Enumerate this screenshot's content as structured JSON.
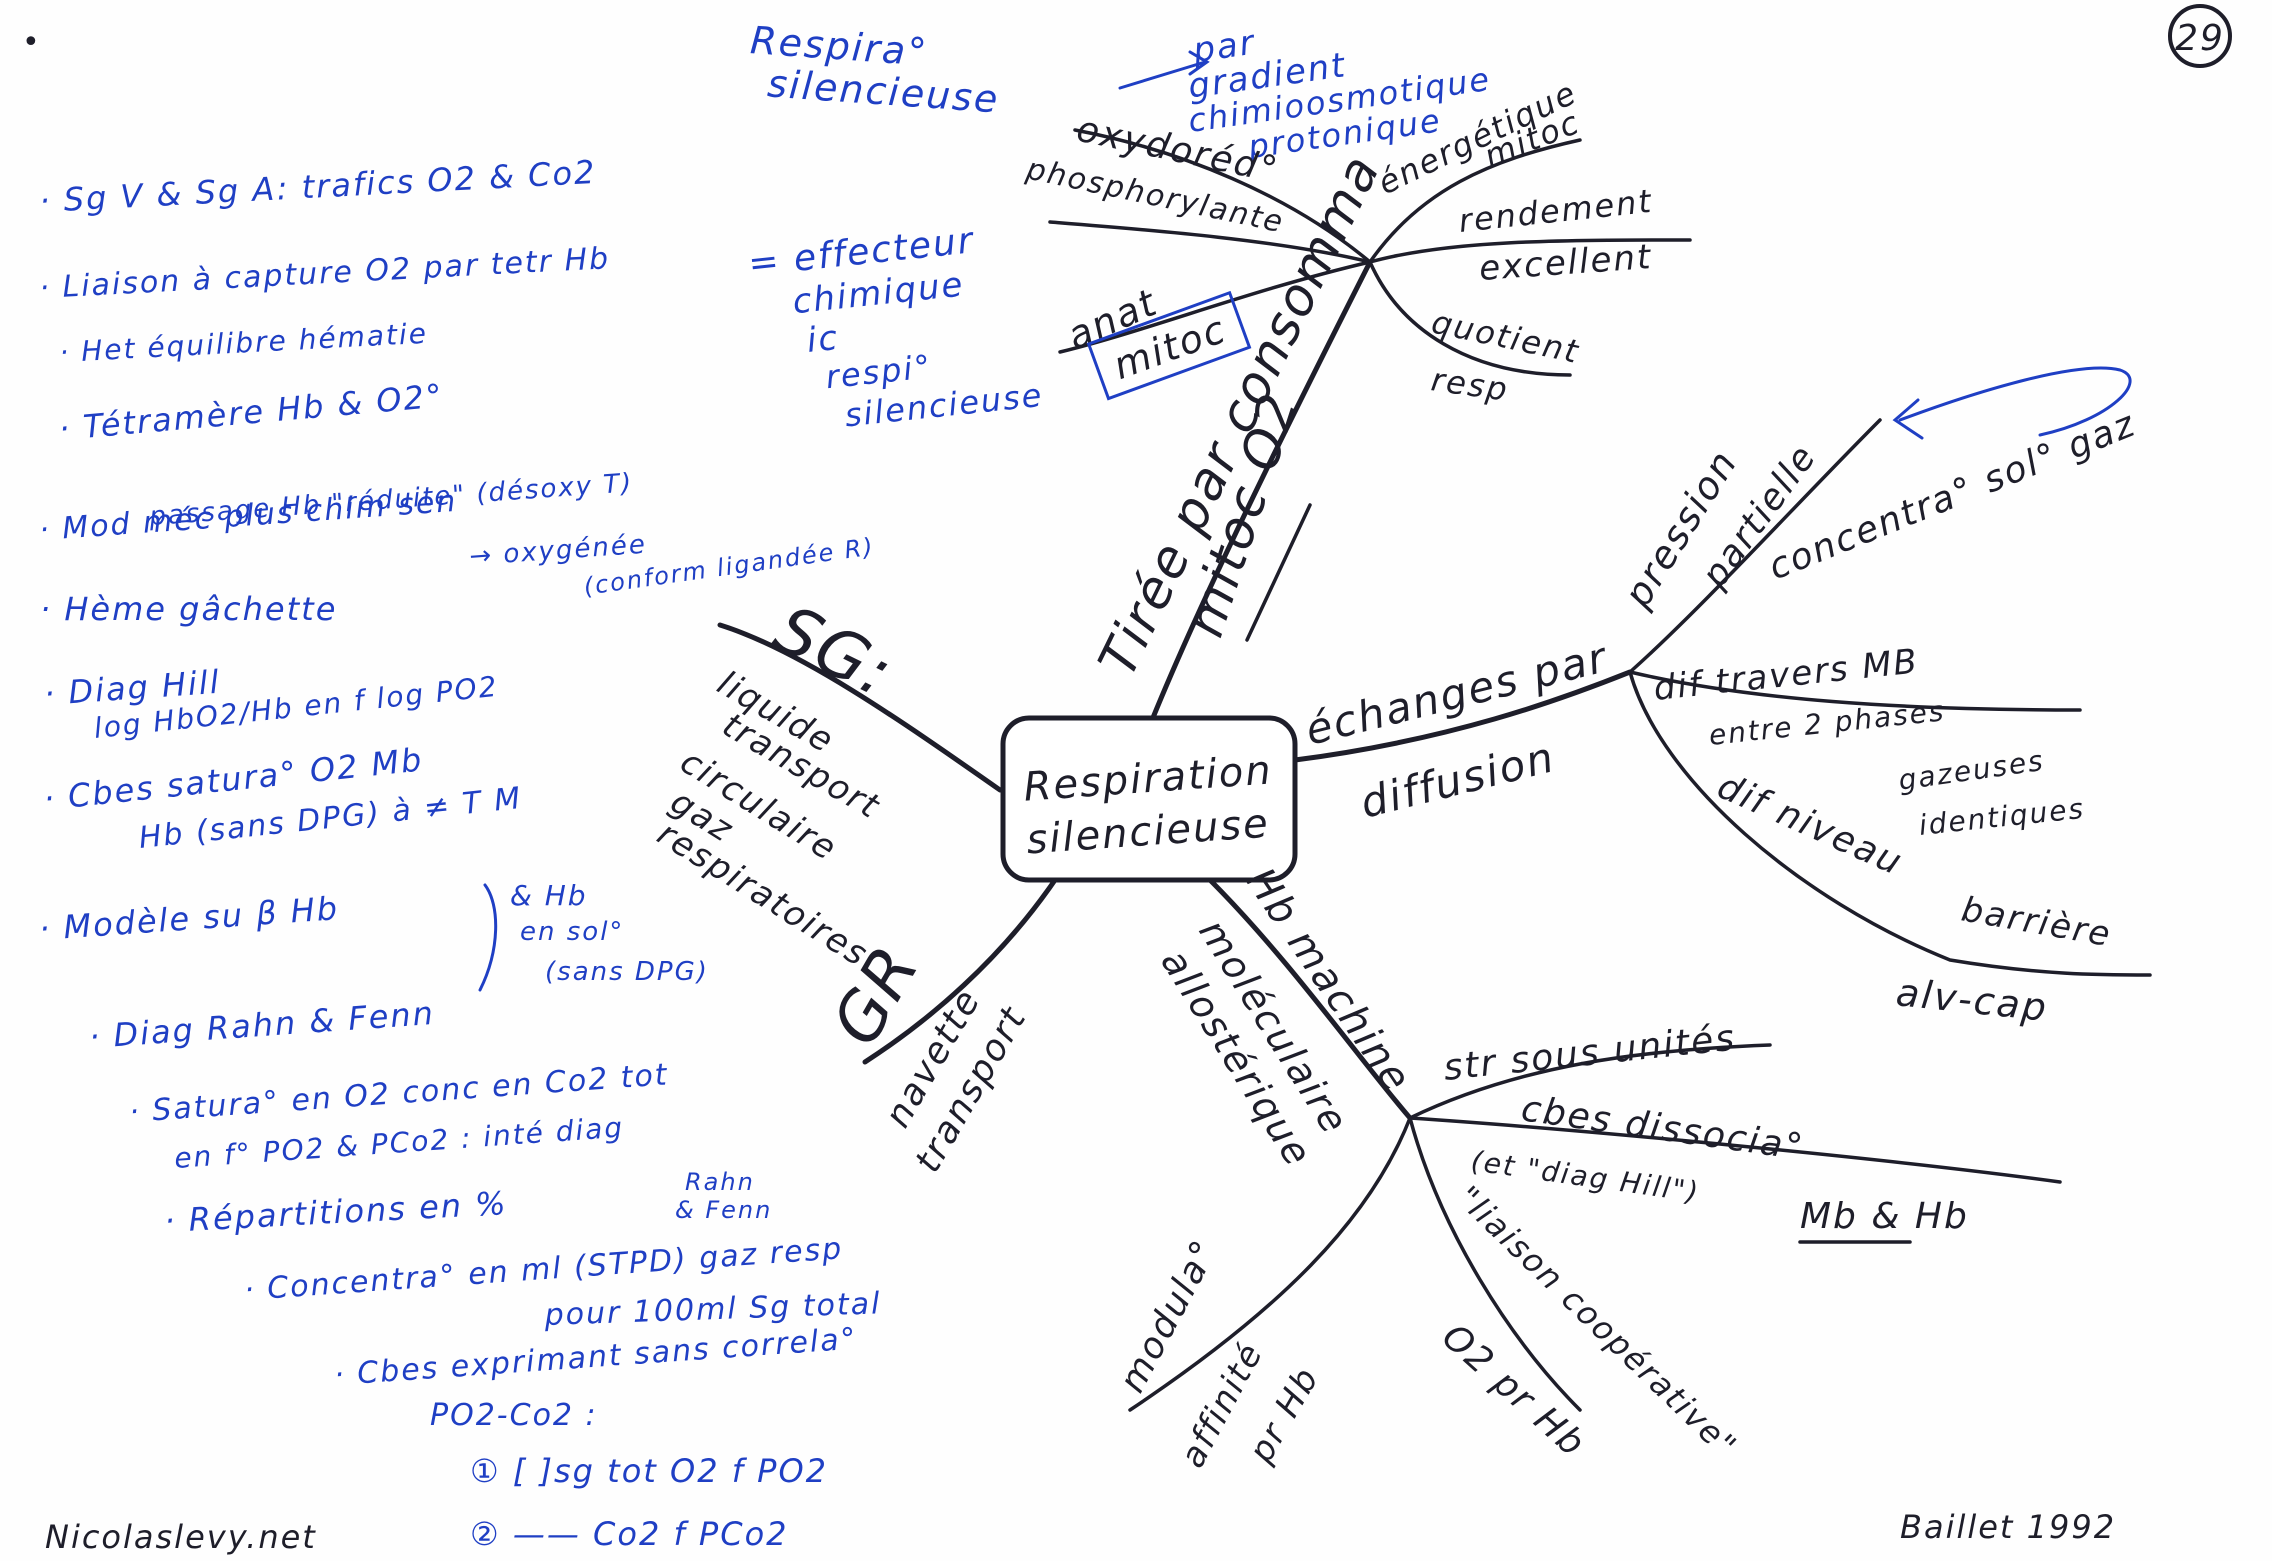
{
  "page_number": "29",
  "footer": {
    "left": "Nicolaslevy.net",
    "right": "Baillet 1992"
  },
  "center": {
    "line1": "Respiration",
    "line2": "silencieuse"
  },
  "branch_top": {
    "label1": "Tirée par consomma",
    "label2": "mitoc O2",
    "sub_left": {
      "oxydored": "oxydoréd°",
      "phospho": "phosphorylante",
      "par1": "par",
      "par2": "gradient",
      "par3": "chimioosmotique",
      "par4": "protonique",
      "anat": "anat",
      "mitoc": "mitoc"
    },
    "sub_right": {
      "energ1": "énergétique",
      "energ2": "mitoc",
      "rend1": "rendement",
      "rend2": "excellent",
      "quot1": "quotient",
      "quot2": "resp"
    }
  },
  "top_note": {
    "line1": "Respira°",
    "line2": "silencieuse"
  },
  "effecteur": {
    "line1": "= effecteur",
    "line2": "chimique",
    "line3": "ic",
    "line4": "respi°",
    "line5": "silencieuse"
  },
  "branch_right": {
    "label1": "échanges par",
    "label2": "diffusion",
    "pression": "pression",
    "partielle": "partielle",
    "concentra": "concentra° sol° gaz",
    "dif1": "dif travers MB",
    "dif2": "entre 2 phases",
    "dif3": "gazeuses",
    "dif4": "identiques",
    "dif5": "dif niveau",
    "barriere": "barrière",
    "alv": "alv-cap"
  },
  "branch_sg": {
    "label": "SG:",
    "l1": "liquide",
    "l2": "transport",
    "l3": "circulaire",
    "l4": "gaz",
    "l5": "respiratoires"
  },
  "branch_gr": {
    "label": "GR",
    "l1": "navette",
    "l2": "transport"
  },
  "branch_hb": {
    "l1": "Hb machine",
    "l2": "moléculaire",
    "l3": "allostérique",
    "str": "str sous unités",
    "cbes": "cbes dissocia°",
    "hill": "(et \"diag Hill\")",
    "mbhb": "Mb & Hb",
    "liaison": "\"liaison coopérative\"",
    "o2pr": "O2 pr Hb",
    "modula": "modula°",
    "affinite": "affinité",
    "prhb": "pr Hb"
  },
  "notes": {
    "n1": "· Sg V & Sg A: trafics O2 & Co2",
    "n2": "· Liaison à capture O2 par tetr Hb",
    "n3": "· Het équilibre hématie",
    "n4": "· Tétramère Hb & O2°",
    "n5a": "· Mod méc plus chim sen",
    "n5b": "passage Hb \"réduite\" (désoxy T)",
    "n5c": "→ oxygénée",
    "n5d": "(conform ligandée R)",
    "n6": "· Hème gâchette",
    "n7a": "· Diag Hill",
    "n7b": "log HbO2/Hb en f log PO2",
    "n8a": "· Cbes satura° O2 Mb",
    "n8b": "Hb (sans DPG) à ≠ T M",
    "n9a": "· Modèle su β Hb",
    "n9b": "& Hb",
    "n9c": "en sol°",
    "n9d": "(sans DPG)",
    "n10": "· Diag Rahn & Fenn",
    "n11a": "· Satura° en O2 conc en Co2 tot",
    "n11b": "en f° PO2 & PCo2 : inté diag",
    "n11c": "Rahn",
    "n11d": "& Fenn",
    "n12": "· Répartitions en %",
    "n13a": "· Concentra° en ml (STPD) gaz resp",
    "n13b": "pour 100ml Sg total",
    "n14a": "· Cbes exprimant sans correla°",
    "n14b": "PO2-Co2 :",
    "n14c": "① [ ]sg tot O2 f PO2",
    "n14d": "② —— Co2 f PCo2",
    "bullet": "•"
  }
}
